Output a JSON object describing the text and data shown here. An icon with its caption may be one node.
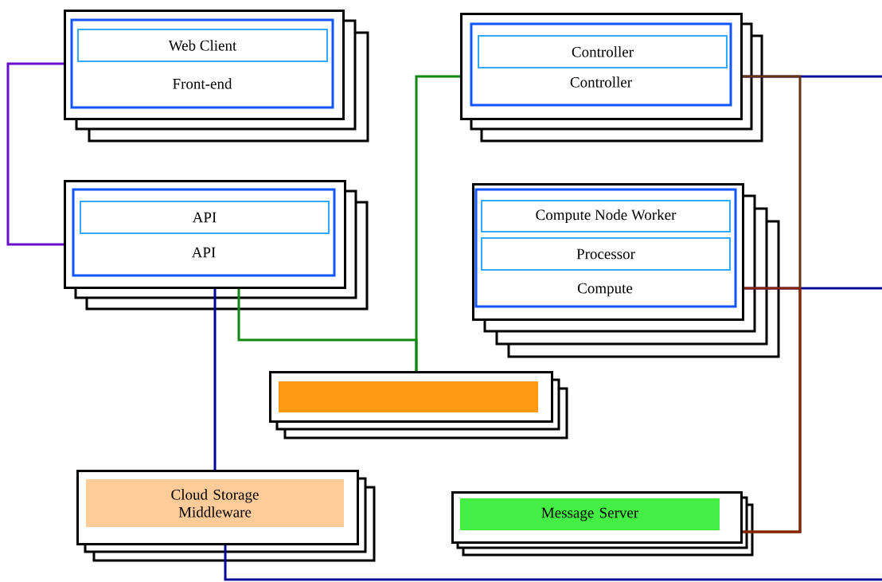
{
  "diagram": {
    "nodes": [
      {
        "text": [
          "Front-end"
        ]
      },
      {
        "text": [
          "Web Client"
        ],
        "in": 0
      },
      {
        "text": [
          "API"
        ]
      },
      {
        "text": [
          "API"
        ],
        "in": 2
      },
      {
        "text": [
          "Controller"
        ]
      },
      {
        "text": [
          "Controller"
        ],
        "in": 4
      },
      {
        "text": [
          "Compute"
        ]
      },
      {
        "text": [
          "Compute Node Worker"
        ],
        "in": 6
      },
      {
        "text": [
          "Processor"
        ],
        "in": 6
      },
      {
        "text": [],
        "shape": "box"
      },
      {
        "text": [
          "Cloud Storage Middleware"
        ]
      },
      {
        "text": [
          "Message Server"
        ]
      }
    ],
    "edges": [
      {
        "from": 0,
        "to": 2,
        "arrow": "none",
        "color": "#6a0dcc"
      },
      {
        "from": 2,
        "to": 9,
        "arrow": "none",
        "color": "#118811"
      },
      {
        "from": 4,
        "to": 9,
        "arrow": "none",
        "color": "#118811"
      },
      {
        "from": 2,
        "to": 10,
        "arrow": "none"
      },
      {
        "from": 4,
        "to": null,
        "arrow": "none"
      },
      {
        "from": 6,
        "to": null,
        "arrow": "none"
      },
      {
        "from": 10,
        "to": null,
        "arrow": "none"
      },
      {
        "from": 4,
        "to": 11,
        "arrow": "none",
        "color": "#663311"
      },
      {
        "from": 6,
        "to": 11,
        "arrow": "none",
        "color": "#882200"
      }
    ]
  }
}
